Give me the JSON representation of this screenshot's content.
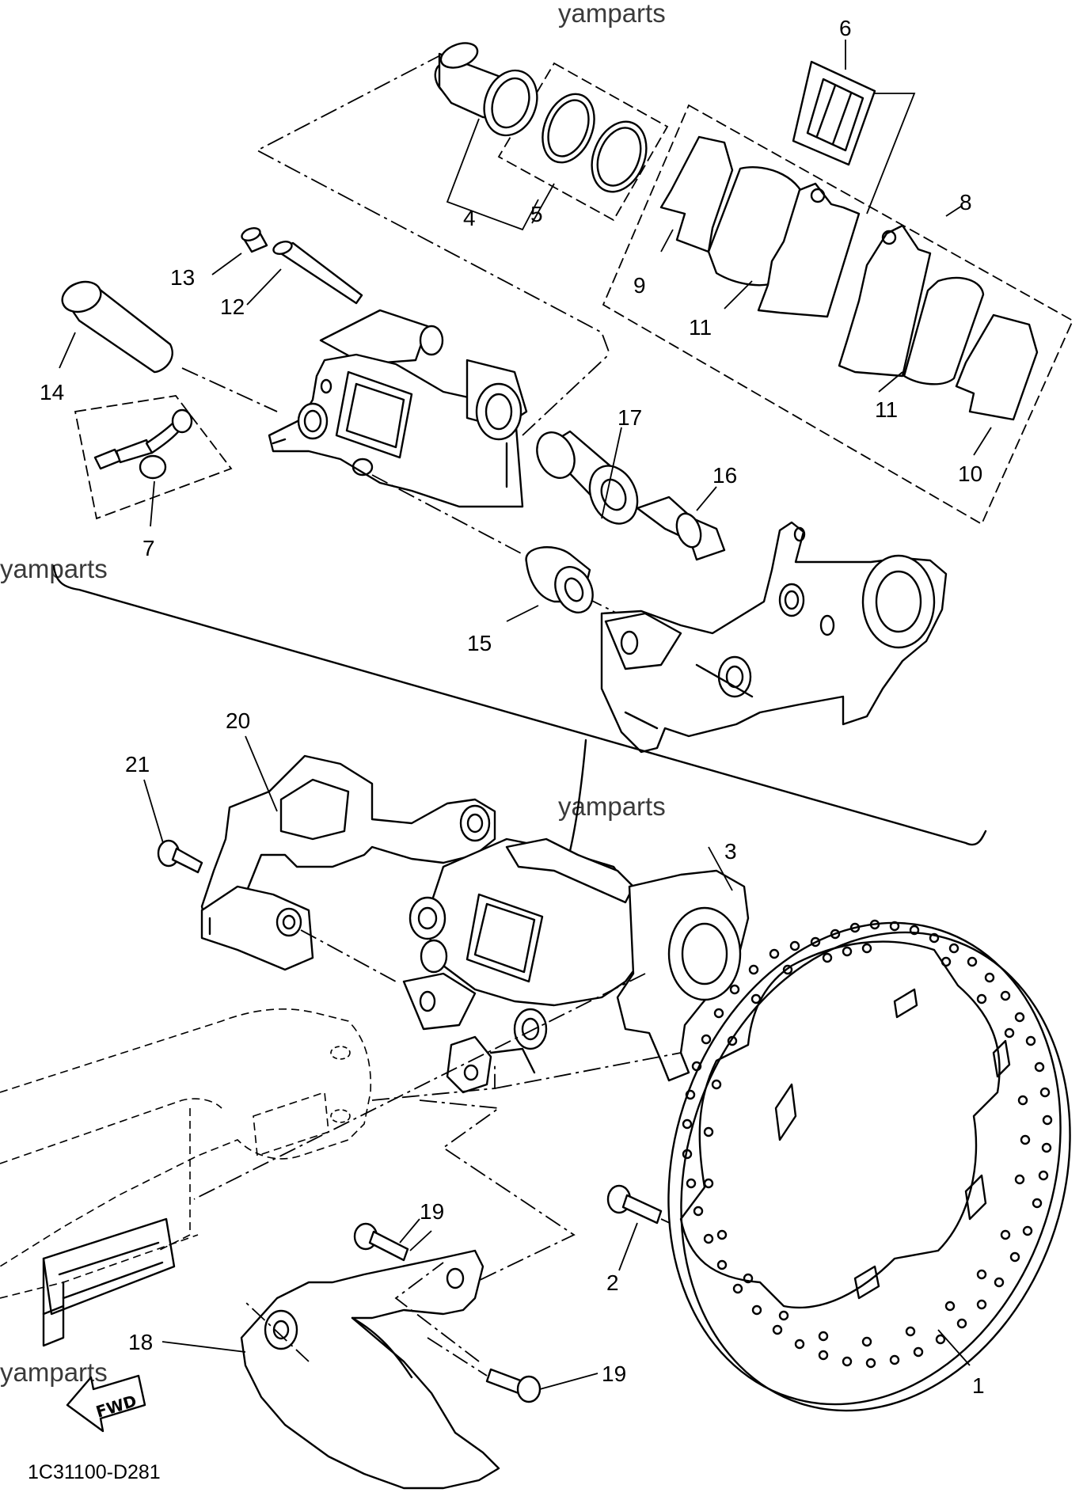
{
  "diagram": {
    "part_code": "1C31100-D281",
    "forward_label": "FWD",
    "watermark": "yamparts",
    "callouts": [
      "1",
      "2",
      "3",
      "4",
      "5",
      "6",
      "7",
      "8",
      "9",
      "10",
      "11",
      "11",
      "12",
      "13",
      "14",
      "15",
      "16",
      "17",
      "18",
      "19",
      "19",
      "20",
      "21"
    ]
  }
}
